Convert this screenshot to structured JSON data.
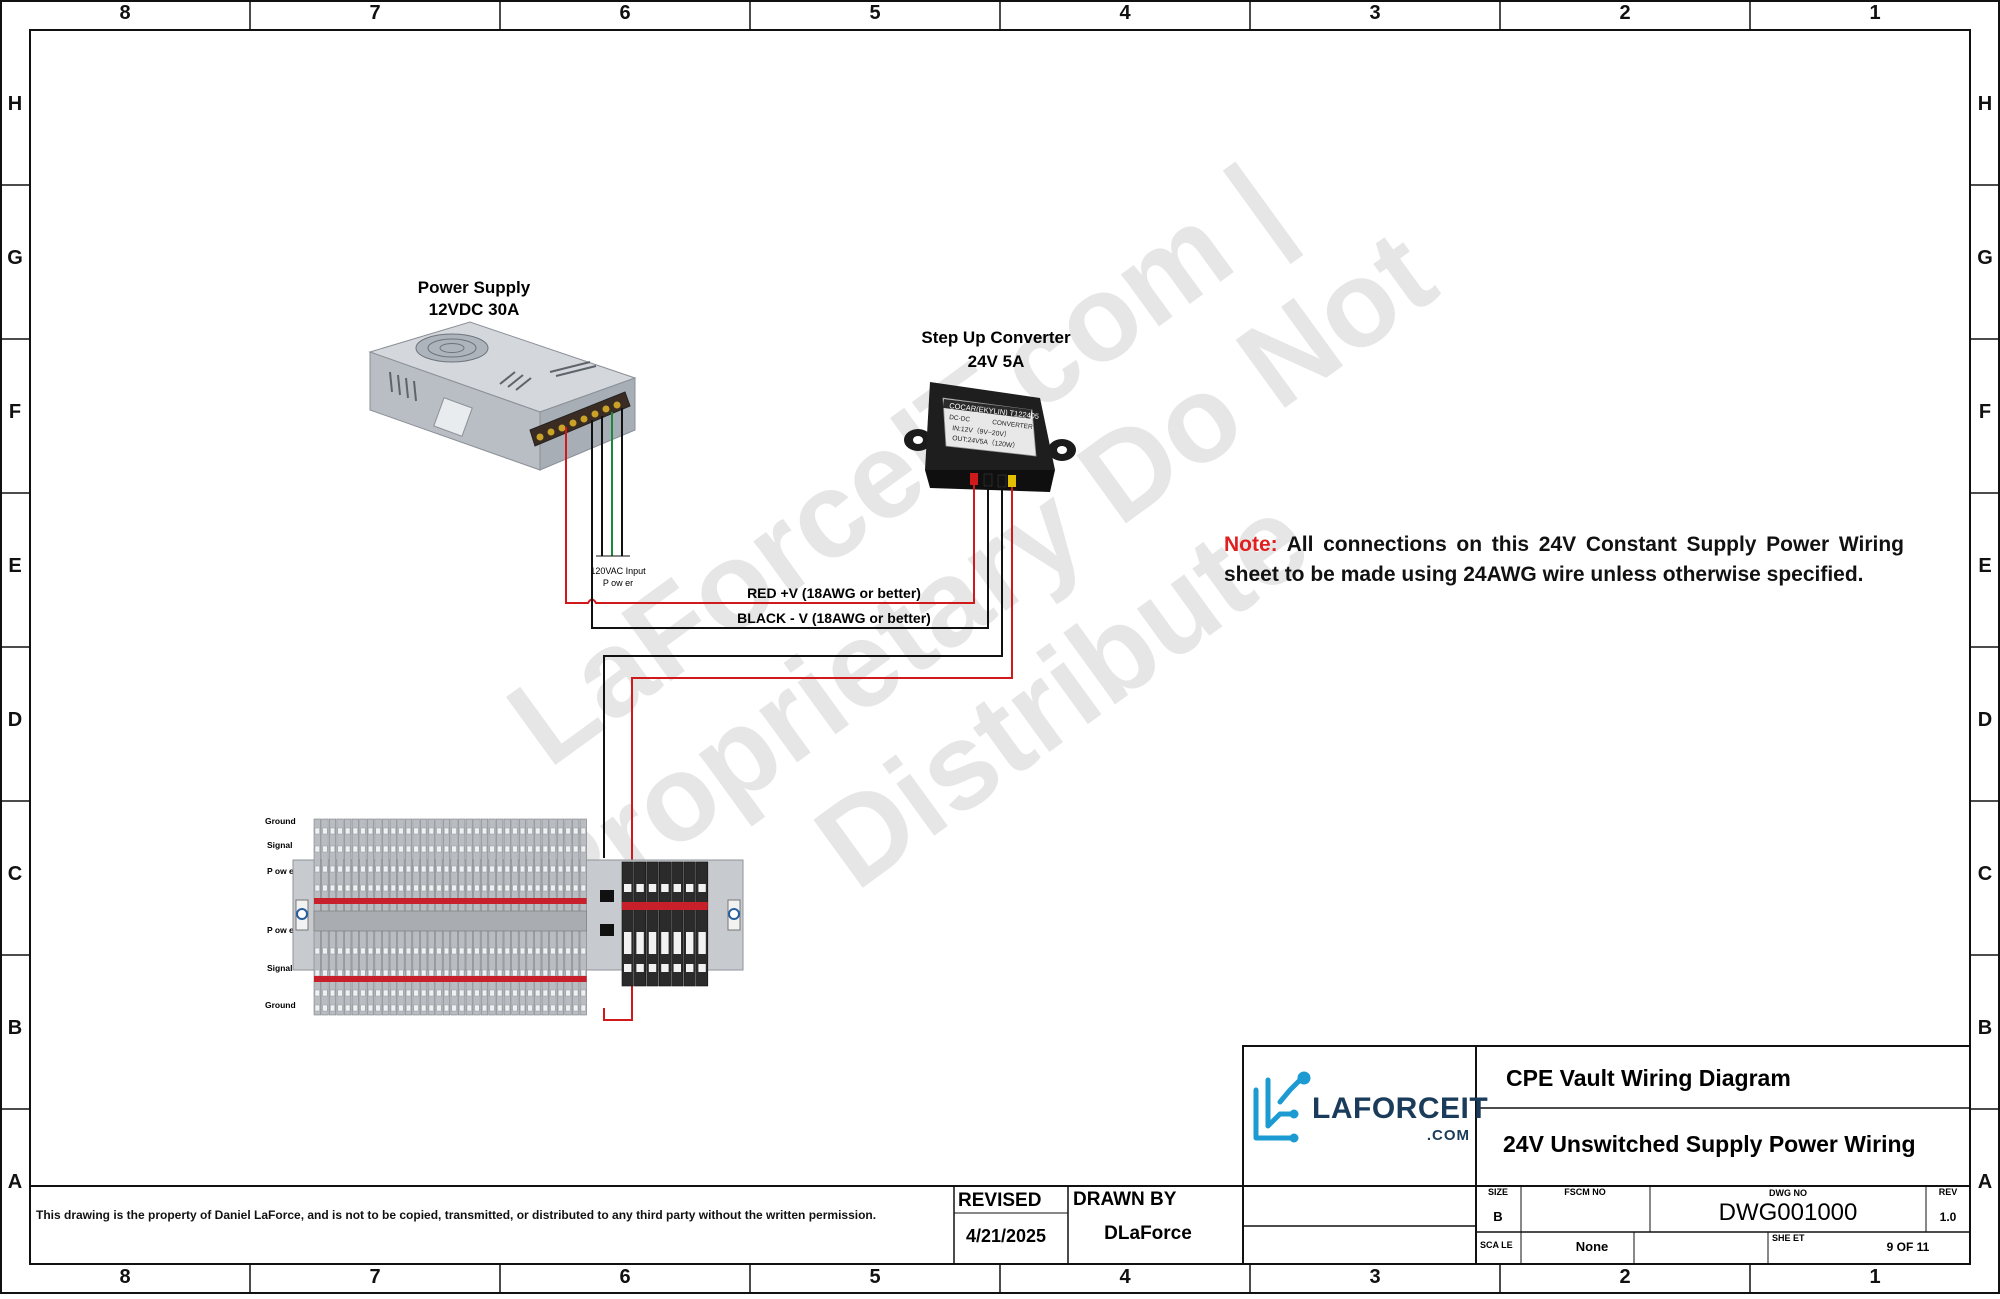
{
  "zones": {
    "columns": [
      "8",
      "7",
      "6",
      "5",
      "4",
      "3",
      "2",
      "1"
    ],
    "rows": [
      "H",
      "G",
      "F",
      "E",
      "D",
      "C",
      "B",
      "A"
    ]
  },
  "watermark": {
    "line1": "LaForceIT.com |",
    "line2": "Proprietary Do Not",
    "line3": "Distribute"
  },
  "components": {
    "power_supply": {
      "title": "Power Supply",
      "subtitle": "12VDC 30A"
    },
    "converter": {
      "title": "Step Up Converter",
      "subtitle": "24V 5A"
    },
    "converter_label": {
      "brand": "COCAR(EKYLIN) T122405",
      "type_left": "DC-DC",
      "type_right": "CONVERTER",
      "input": "IN:12V（9V~20V）",
      "output": "OUT:24V5A（120W）"
    },
    "ac_input": {
      "line1": "120VAC Input",
      "line2": "P ow er"
    },
    "terminal_block": {
      "rows": [
        "Ground",
        "Signal",
        "P ow er",
        "P ow er",
        "Signal",
        "Ground"
      ]
    }
  },
  "wires": {
    "red": "RED +V (18AWG or better)",
    "black": "BLACK - V (18AWG or better)"
  },
  "colors": {
    "red_wire": "#d0191b",
    "black_wire": "#111111",
    "note_label": "#e02020",
    "logo": "#1b9bd1",
    "logo_text": "#1a3c5a"
  },
  "note": {
    "label": "Note:",
    "text": " All connections on this 24V Constant Supply Power Wiring sheet to be made using 24AWG wire unless otherwise specified."
  },
  "title_block": {
    "logo": {
      "name": "LAFORCEIT",
      "suffix": ".COM"
    },
    "project": "CPE Vault Wiring Diagram",
    "sheet_title": "24V Unswitched Supply Power Wiring",
    "size_label": "SIZE",
    "size": "B",
    "fscm_label": "FSCM NO",
    "dwg_no_label": "DWG NO",
    "dwg_no": "DWG001000",
    "rev_label": "REV",
    "rev": "1.0",
    "scale_label": "SCA LE",
    "scale": "None",
    "sheet_label": "SHE ET",
    "sheet": "9 OF 11",
    "revised_label": "REVISED",
    "revised": "4/21/2025",
    "drawn_by_label": "DRAWN BY",
    "drawn_by": "DLaForce",
    "property_notice": "This drawing is the property of Daniel LaForce, and is not to be copied, transmitted, or distributed to any third party without the written permission."
  }
}
